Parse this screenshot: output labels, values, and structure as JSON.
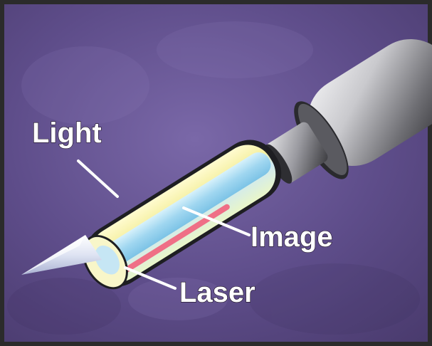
{
  "labels": {
    "light": "Light",
    "image": "Image",
    "laser": "Laser"
  },
  "colors": {
    "background": "#6a5796",
    "frame": "#2b2b2b",
    "light_channel": "#f3f0a0",
    "image_channel": "#a8dcf4",
    "laser_channel": "#ef6f86",
    "housing": "#b8b8bc",
    "label_text": "#ffffff"
  }
}
